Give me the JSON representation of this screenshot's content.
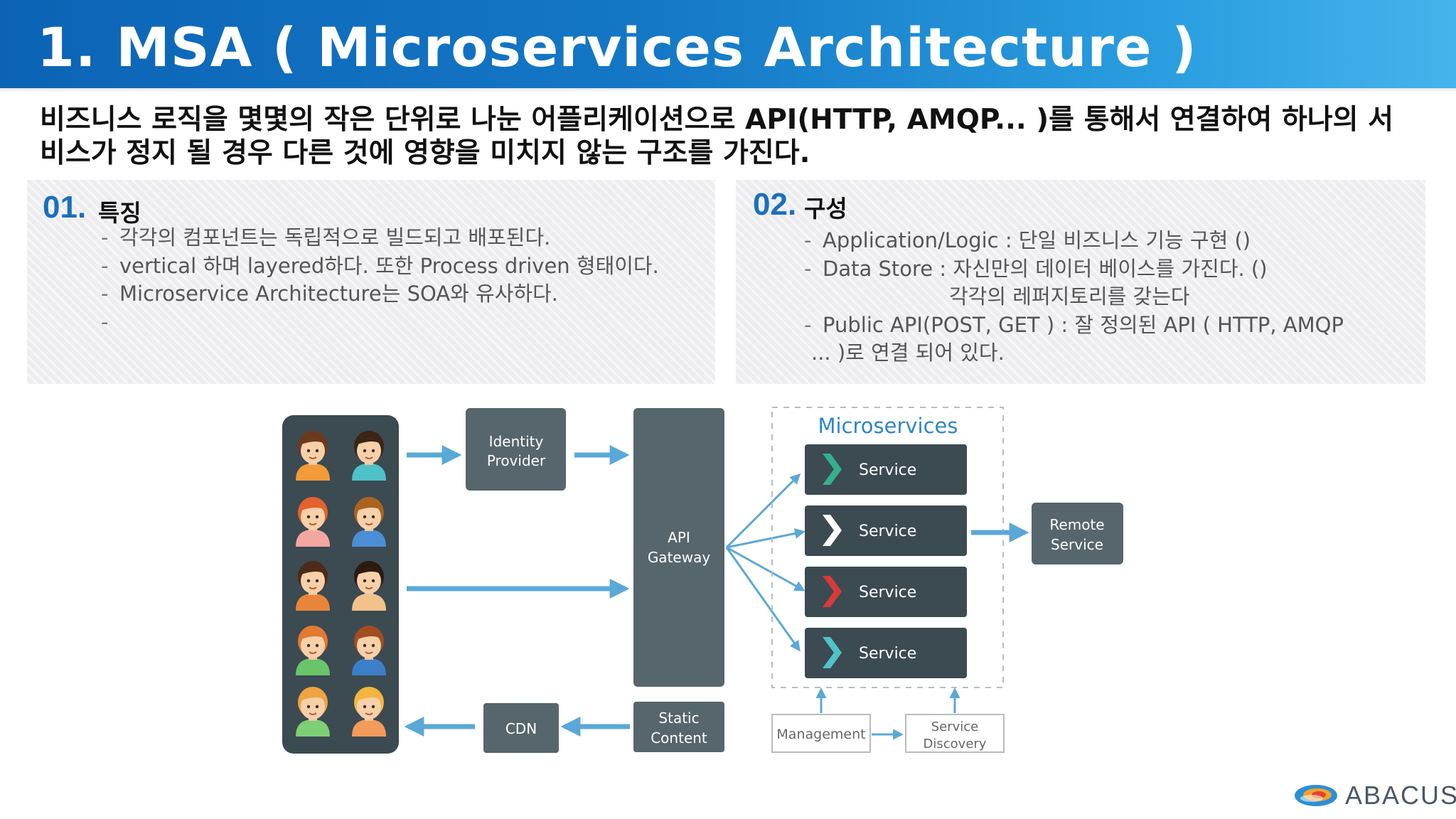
{
  "header": {
    "title": "1. MSA ( Microservices Architecture )",
    "gradient_start": "#0c63b5",
    "gradient_end": "#45b3ec"
  },
  "intro": {
    "line1": "비즈니스 로직을 몇몇의 작은 단위로 나눈 어플리케이션으로 API(HTTP, AMQP... )를 통해서 연결하여 하나의 서",
    "line2": "비스가 정지 될 경우 다른 것에 영향을 미치지 않는 구조를 가진다."
  },
  "panels": [
    {
      "number": "01.",
      "heading": "특징",
      "items": [
        "각각의 컴포넌트는 독립적으로 빌드되고 배포된다.",
        "vertical 하며 layered하다. 또한 Process driven 형태이다.",
        "Microservice Architecture는 SOA와 유사하다.",
        ""
      ]
    },
    {
      "number": "02.",
      "heading": "구성",
      "items": [
        "Application/Logic  : 단일 비즈니스 기능 구현 ()",
        "Data Store : 자신만의 데이터 베이스를 가진다. ()",
        "Public API(POST, GET ) :  잘 정의된 API ( HTTP, AMQP"
      ],
      "continuations": [
        "각각의 레퍼지토리를 갖는다",
        "... )로 연결 되어 있다."
      ]
    }
  ],
  "diagram": {
    "identity_provider": [
      "Identity",
      "Provider"
    ],
    "api_gateway": [
      "API",
      "Gateway"
    ],
    "microservices_title": "Microservices",
    "services": [
      {
        "label": "Service",
        "chevron_color": "#35b08c"
      },
      {
        "label": "Service",
        "chevron_color": "#ffffff"
      },
      {
        "label": "Service",
        "chevron_color": "#d93a3a"
      },
      {
        "label": "Service",
        "chevron_color": "#4fc3c8"
      }
    ],
    "remote_service": [
      "Remote",
      "Service"
    ],
    "static_content": [
      "Static",
      "Content"
    ],
    "cdn": "CDN",
    "management": "Management",
    "service_discovery": [
      "Service",
      "Discovery"
    ],
    "box_color": "#56666c",
    "arrow_color": "#5aa8d8",
    "users_panel_color": "#3c4a52",
    "user_icons": [
      "man-user-icon",
      "woman-user-icon",
      "redhead-woman-user-icon",
      "boy-user-icon",
      "bearded-man-user-icon",
      "dark-hair-woman-user-icon",
      "ginger-man-user-icon",
      "young-man-user-icon",
      "blond-man-user-icon",
      "blond-woman-user-icon"
    ]
  },
  "logo": {
    "text": "ABACUS"
  }
}
